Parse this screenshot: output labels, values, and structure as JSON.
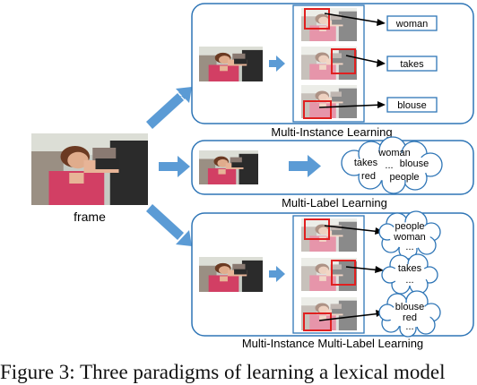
{
  "frame_label": "frame",
  "panels": {
    "mil": {
      "title": "Multi-Instance Learning",
      "words": [
        "woman",
        "takes",
        "blouse"
      ]
    },
    "mll": {
      "title": "Multi-Label Learning",
      "cloud": {
        "woman": "woman",
        "takes": "takes",
        "dots": "...",
        "blouse": "blouse",
        "red": "red",
        "people": "people"
      }
    },
    "miml": {
      "title": "Multi-Instance Multi-Label Learning",
      "clouds": [
        {
          "line1": "people",
          "line2": "woman",
          "line3": "..."
        },
        {
          "line1": "takes",
          "line2": "..."
        },
        {
          "line1": "blouse",
          "line2": "red",
          "line3": "..."
        }
      ]
    }
  },
  "caption": "Figure 3: Three paradigms of learning a lexical model",
  "colors": {
    "arrow": "#5b9bd5",
    "panel_border": "#2e75b6",
    "box_border": "#2e75b6",
    "highlight": "#e02020"
  }
}
